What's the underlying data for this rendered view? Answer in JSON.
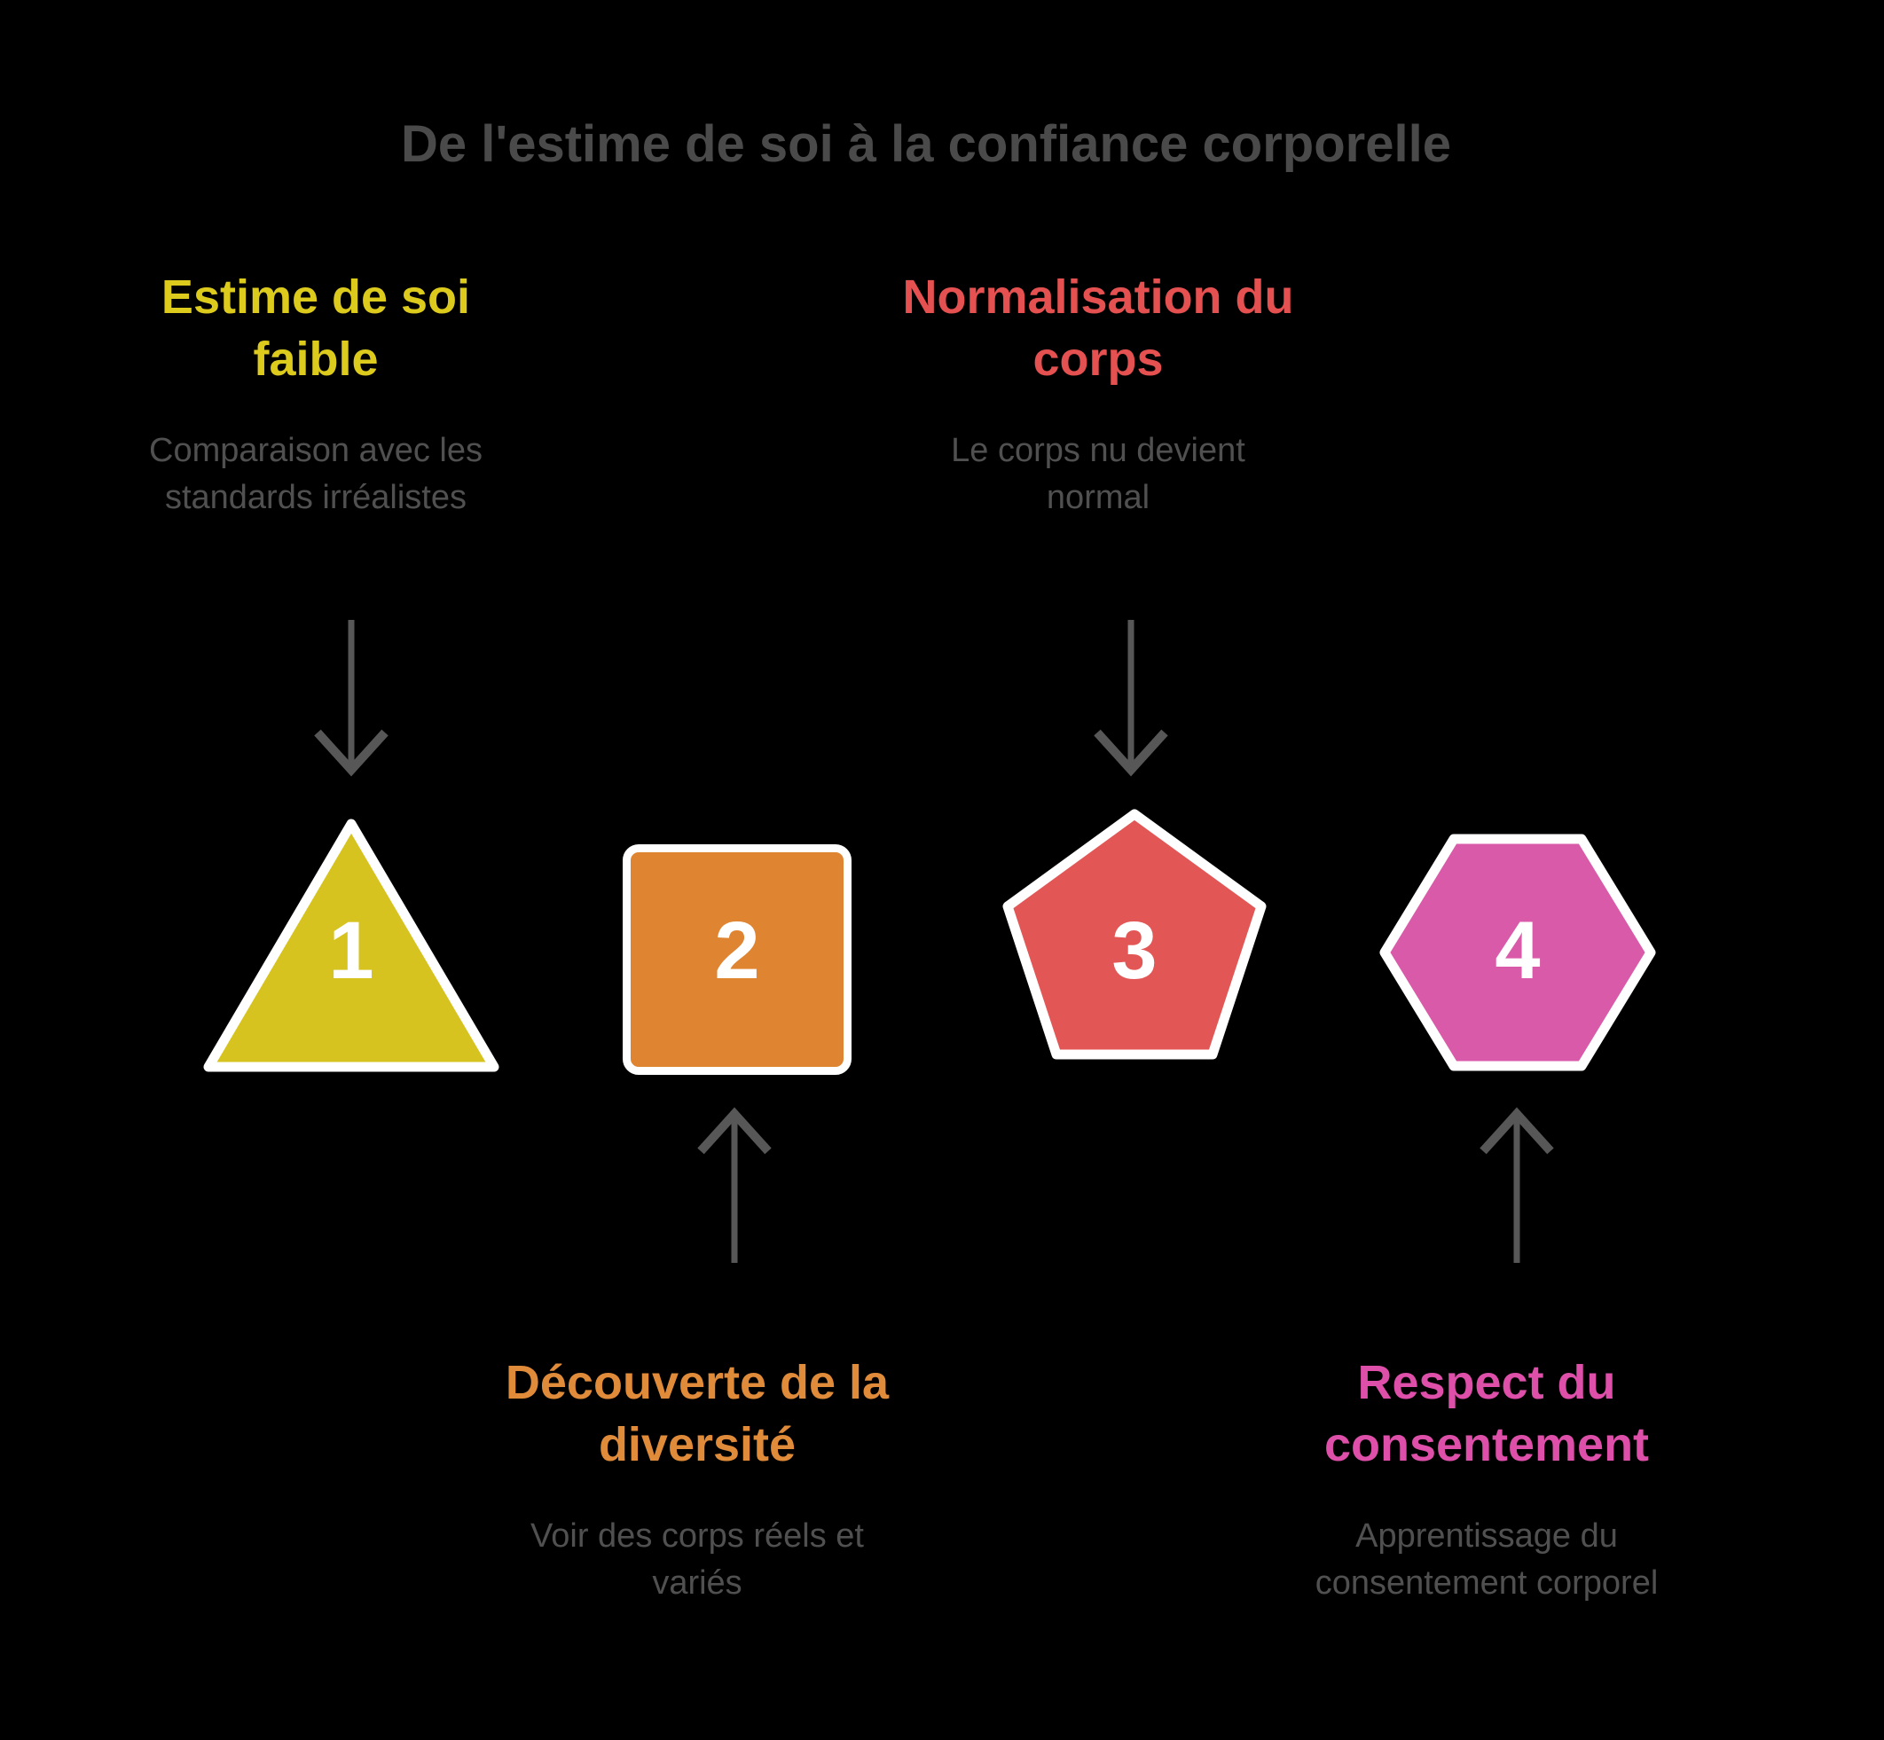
{
  "title": "De l'estime de soi à la confiance corporelle",
  "steps": [
    {
      "number": "1",
      "heading": "Estime de soi faible",
      "description": "Comparaison avec les standards irréalistes",
      "shape": "triangle",
      "heading_color": "#dcca1d",
      "shape_color": "#d6c31f"
    },
    {
      "number": "2",
      "heading": "Découverte de la diversité",
      "description": "Voir des corps réels et variés",
      "shape": "square",
      "heading_color": "#e08b3a",
      "shape_color": "#df8532"
    },
    {
      "number": "3",
      "heading": "Normalisation du corps",
      "description": "Le corps nu devient normal",
      "shape": "pentagon",
      "heading_color": "#e45150",
      "shape_color": "#e25756"
    },
    {
      "number": "4",
      "heading": "Respect du consentement",
      "description": "Apprentissage du consentement corporel",
      "shape": "hexagon",
      "heading_color": "#dd4fa9",
      "shape_color": "#d95aa8"
    }
  ],
  "colors": {
    "background": "#000000",
    "title": "#4a4a4a",
    "description": "#505050",
    "arrow": "#575757",
    "shape_border": "#ffffff",
    "number": "#ffffff"
  }
}
